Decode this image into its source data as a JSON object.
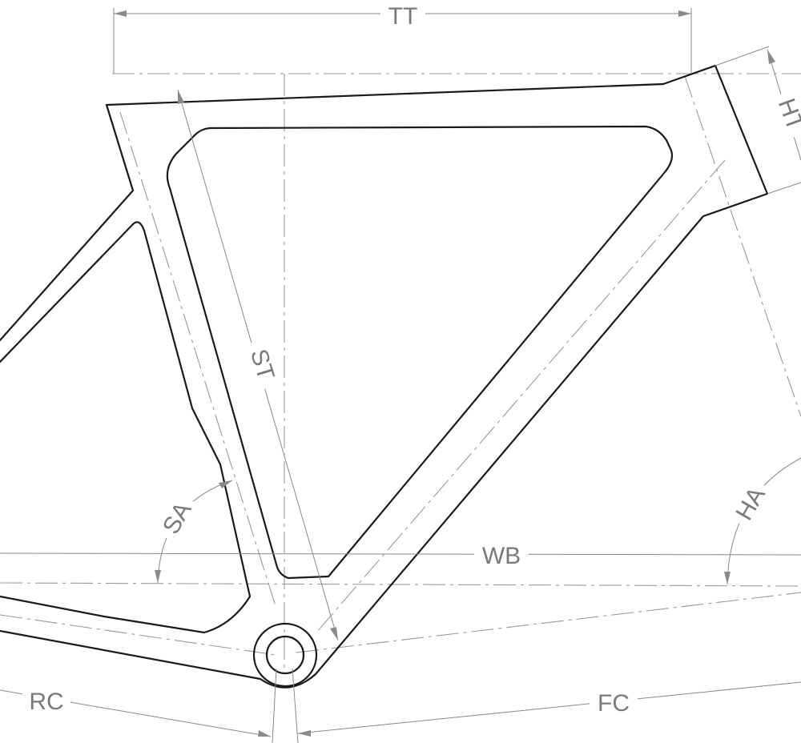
{
  "labels": {
    "top_tube": "TT",
    "head_tube": "HT",
    "seat_tube": "ST",
    "seat_angle": "SA",
    "head_angle": "HA",
    "wheelbase": "WB",
    "rear_center": "RC",
    "front_center": "FC"
  },
  "colors": {
    "frame_stroke": "#1a1a1a",
    "dimension_stroke": "#8a8a8a",
    "label_text": "#7a7a7a",
    "background": "#ffffff"
  }
}
